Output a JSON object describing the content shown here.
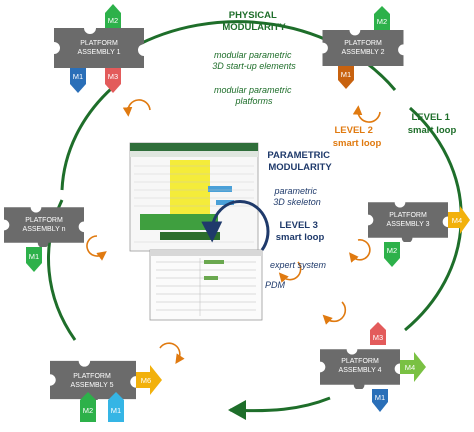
{
  "colors": {
    "green_dark": "#1e6e2a",
    "navy": "#1f3a6b",
    "orange": "#e07a10",
    "platform_gray": "#6b6b6b",
    "m_green": "#2db14a",
    "m_blue": "#2a6fb8",
    "m_red": "#e35b5b",
    "m_orange": "#c8620f",
    "m_yellow": "#f2b10c",
    "m_lightgreen": "#7ac143",
    "m_cyan": "#35b5e5"
  },
  "labels": {
    "physical_modularity": [
      "PHYSICAL",
      "MODULARITY"
    ],
    "modular_3d": [
      "modular parametric",
      "3D start-up elements"
    ],
    "modular_platforms": [
      "modular parametric",
      "platforms"
    ],
    "parametric_modularity": [
      "PARAMETRIC",
      "MODULARITY"
    ],
    "parametric_skeleton": [
      "parametric",
      "3D skeleton"
    ],
    "level3": [
      "LEVEL 3",
      "smart loop"
    ],
    "level2": [
      "LEVEL 2",
      "smart loop"
    ],
    "level1": [
      "LEVEL 1",
      "smart loop"
    ],
    "expert_system": "expert system",
    "pdm": "PDM"
  },
  "platforms": [
    {
      "id": "pa1",
      "line1": "PLATFORM",
      "line2": "ASSEMBLY 1",
      "modules": [
        "M2",
        "M1",
        "M3"
      ]
    },
    {
      "id": "pa2",
      "line1": "PLATFORM",
      "line2": "ASSEMBLY 2",
      "modules": [
        "M2",
        "M1"
      ]
    },
    {
      "id": "pa3",
      "line1": "PLATFORM",
      "line2": "ASSEMBLY 3",
      "modules": [
        "M4",
        "M2"
      ]
    },
    {
      "id": "pa4",
      "line1": "PLATFORM",
      "line2": "ASSEMBLY 4",
      "modules": [
        "M3",
        "M4",
        "M1"
      ]
    },
    {
      "id": "pa5",
      "line1": "PLATFORM",
      "line2": "ASSEMBLY 5",
      "modules": [
        "M6",
        "M2",
        "M1"
      ]
    },
    {
      "id": "pan",
      "line1": "PLATFORM",
      "line2": "ASSEMBLY n",
      "modules": [
        "M1"
      ]
    }
  ]
}
